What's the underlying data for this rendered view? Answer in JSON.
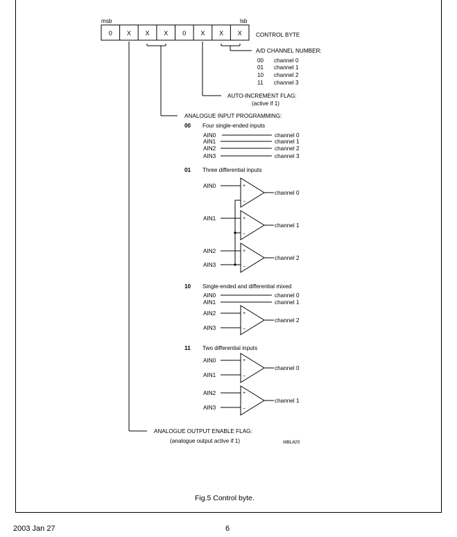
{
  "byte": {
    "msb_label": "msb",
    "lsb_label": "lsb",
    "bits": [
      "0",
      "X",
      "X",
      "X",
      "0",
      "X",
      "X",
      "X"
    ],
    "title": "CONTROL BYTE"
  },
  "ad_channel": {
    "title": "A/D CHANNEL NUMBER:",
    "rows": [
      {
        "code": "00",
        "label": "channel 0"
      },
      {
        "code": "01",
        "label": "channel 1"
      },
      {
        "code": "10",
        "label": "channel 2"
      },
      {
        "code": "11",
        "label": "channel 3"
      }
    ]
  },
  "auto_increment": {
    "title": "AUTO-INCREMENT FLAG:",
    "note": "(active if 1)"
  },
  "analogue_input": {
    "title": "ANALOGUE INPUT PROGRAMMING:",
    "modes": [
      {
        "code": "00",
        "title": "Four single-ended inputs",
        "inputs": [
          "AIN0",
          "AIN1",
          "AIN2",
          "AIN3"
        ],
        "outputs": [
          "channel 0",
          "channel 1",
          "channel 2",
          "channel 3"
        ]
      },
      {
        "code": "01",
        "title": "Three differential inputs",
        "inputs": [
          "AIN0",
          "AIN1",
          "AIN2",
          "AIN3"
        ],
        "outputs": [
          "channel 0",
          "channel 1",
          "channel 2"
        ]
      },
      {
        "code": "10",
        "title": "Single-ended and differential mixed",
        "inputs": [
          "AIN0",
          "AIN1",
          "AIN2",
          "AIN3"
        ],
        "outputs": [
          "channel 0",
          "channel 1",
          "channel 2"
        ]
      },
      {
        "code": "11",
        "title": "Two differential inputs",
        "inputs": [
          "AIN0",
          "AIN1",
          "AIN2",
          "AIN3"
        ],
        "outputs": [
          "channel 0",
          "channel 1"
        ]
      }
    ],
    "plus_sign": "+",
    "minus_sign": "−"
  },
  "output_enable": {
    "title": "ANALOGUE OUTPUT ENABLE FLAG:",
    "note": "(analogue output active if 1)"
  },
  "figure_ref": "MBL825",
  "caption": "Fig.5  Control byte.",
  "footer": {
    "date": "2003 Jan 27",
    "page": "6"
  }
}
